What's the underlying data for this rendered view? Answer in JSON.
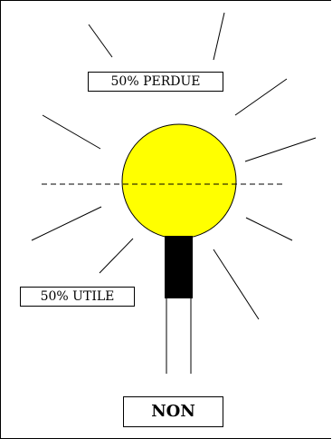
{
  "labels": {
    "lost": "50% PERDUE",
    "useful": "50% UTILE",
    "verdict": "NON"
  },
  "colors": {
    "bulb_fill": "#ffff00",
    "bulb_stroke": "#000000",
    "base_fill": "#000000",
    "lines": "#000000",
    "background": "#ffffff"
  }
}
